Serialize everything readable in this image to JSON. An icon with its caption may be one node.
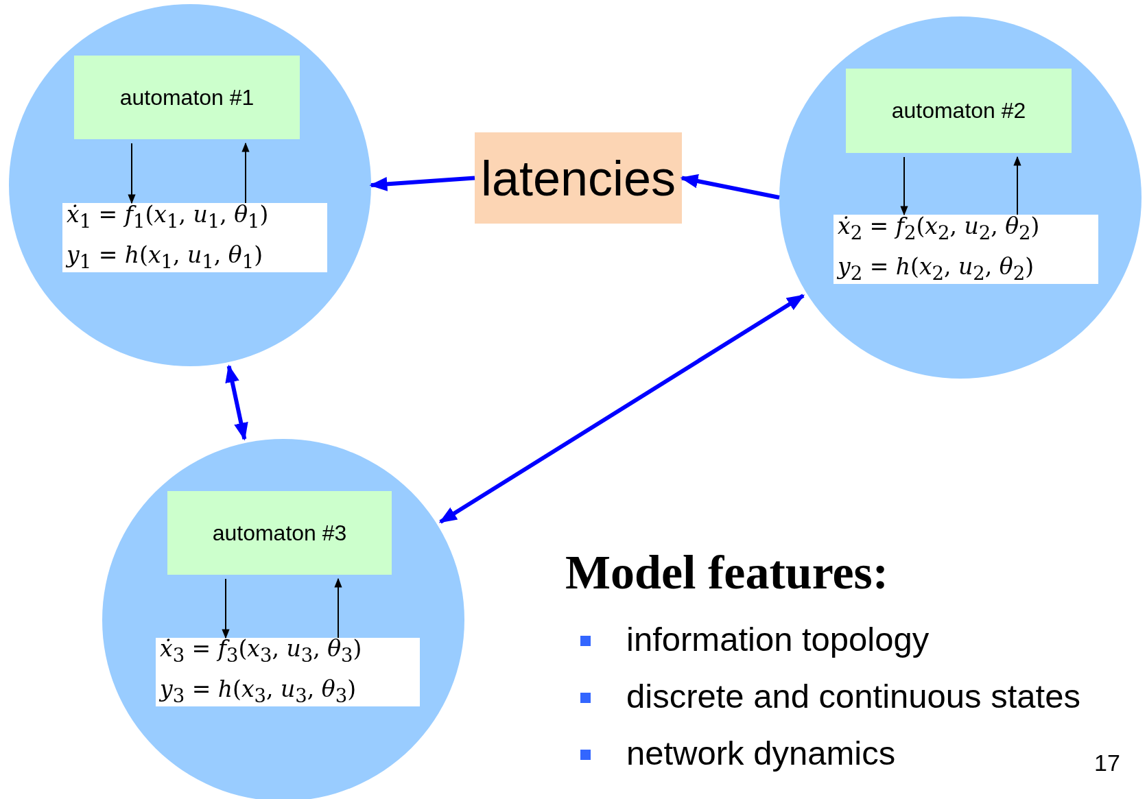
{
  "diagram": {
    "nodes": [
      {
        "text": [],
        "shape": "circle"
      },
      {
        "text": [
          "automaton #1"
        ],
        "in": 0
      },
      {
        "text": [
          "*ẋ*$_{1}$ = *f*$_{1}$(*x*$_{1}$, *u*$_{1}$, *θ*$_{1}$)",
          "*y*$_{1}$ = *h*(*x*$_{1}$, *u*$_{1}$, *θ*$_{1}$)"
        ],
        "in": 0
      },
      {
        "text": [
          "latencies"
        ]
      },
      {
        "text": [],
        "shape": "circle"
      },
      {
        "text": [
          "automaton #2"
        ],
        "in": 4
      },
      {
        "text": [
          "*ẋ*$_{2}$ = *f*$_{2}$(*x*$_{2}$, *u*$_{2}$, *θ*$_{2}$)",
          "*y*$_{2}$ = *h*(*x*$_{2}$, *u*$_{2}$, *θ*$_{2}$)"
        ],
        "in": 4
      },
      {
        "text": [],
        "shape": "circle"
      },
      {
        "text": [
          "automaton #3"
        ],
        "in": 7
      },
      {
        "text": [
          "*ẋ*$_{3}$ = *f*$_{3}$(*x*$_{3}$, *u*$_{3}$, *θ*$_{3}$)",
          "*y*$_{3}$ = *h*(*x*$_{3}$, *u*$_{3}$, *θ*$_{3}$)"
        ],
        "in": 7
      }
    ],
    "edges": [
      {
        "from": 1,
        "to": 2,
        "arrow": "to"
      },
      {
        "from": 2,
        "to": 1,
        "arrow": "to"
      },
      {
        "from": 3,
        "to": 0,
        "arrow": "to",
        "style": "thick",
        "color": "#0000ff"
      },
      {
        "from": 4,
        "to": 3,
        "arrow": "to",
        "style": "thick",
        "color": "#0000ff"
      },
      {
        "from": 0,
        "to": 7,
        "arrow": "both",
        "style": "thick",
        "color": "#0000ff"
      },
      {
        "from": 4,
        "to": 7,
        "arrow": "both",
        "style": "thick",
        "color": "#0000ff"
      },
      {
        "from": 5,
        "to": 6,
        "arrow": "to"
      },
      {
        "from": 6,
        "to": 5,
        "arrow": "to"
      },
      {
        "from": 8,
        "to": 9,
        "arrow": "to"
      },
      {
        "from": 9,
        "to": 8,
        "arrow": "to"
      }
    ],
    "labels": [
      "Model features:",
      "information topology",
      "discrete and continuous states",
      "network dynamics",
      "17"
    ]
  }
}
